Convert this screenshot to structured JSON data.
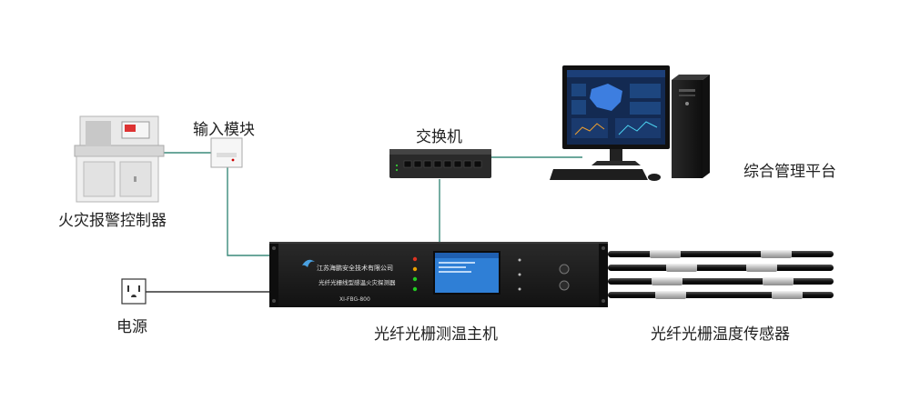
{
  "labels": {
    "fire_controller": "火灾报警控制器",
    "input_module": "输入模块",
    "switch": "交换机",
    "platform": "综合管理平台",
    "power": "电源",
    "host": "光纤光栅测温主机",
    "sensor": "光纤光栅温度传感器"
  },
  "host_panel": {
    "company": "江苏海鹏安全技术有限公司",
    "product": "光纤光栅线型感温火灾探测器",
    "model": "XI-FBG-800"
  },
  "colors": {
    "link_line": "#3a8a7a",
    "host_body": "#1c1c1c",
    "screen": "#2f7fd6"
  }
}
